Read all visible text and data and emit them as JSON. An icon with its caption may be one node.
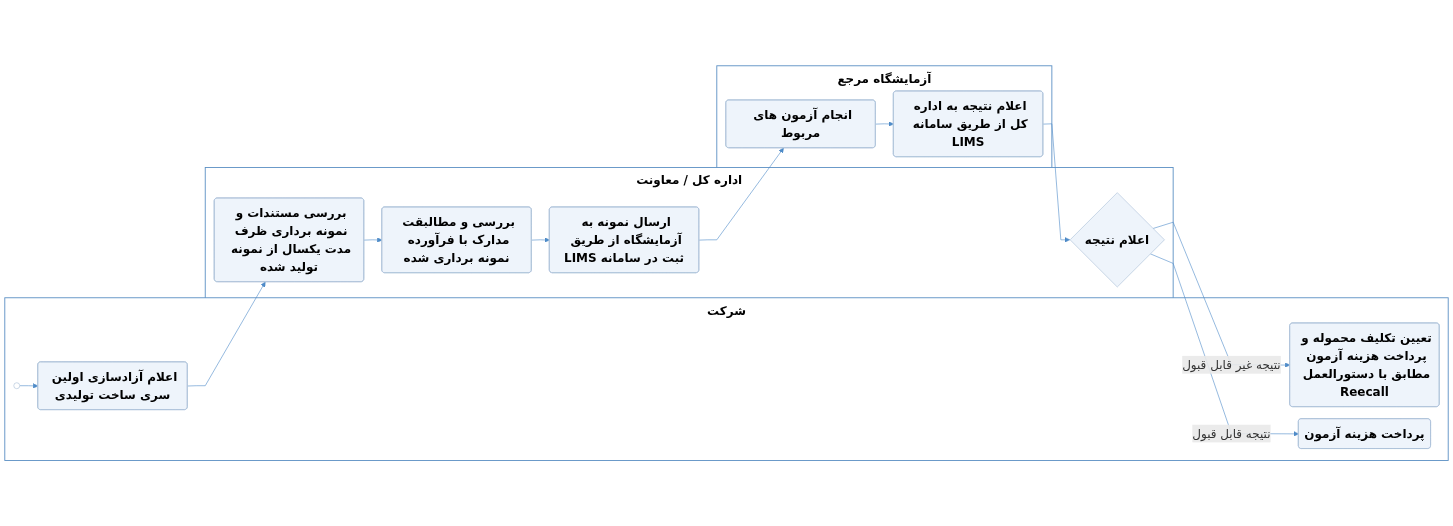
{
  "diagram": {
    "nodes": [
      {
        "text": [
          "شرکت"
        ]
      },
      {
        "text": [],
        "shape": "circle",
        "in": 0
      },
      {
        "text": [
          "اعلام آزادسازی اولین سری ساخت تولیدی"
        ],
        "in": 0
      },
      {
        "text": [
          "تعیین تکلیف محموله و پرداخت هزینه آزمون مطابق با دستورالعمل Reecall"
        ],
        "in": 0
      },
      {
        "text": [
          "پرداخت هزینه آزمون"
        ],
        "in": 0
      },
      {
        "text": [
          "اداره کل / معاونت"
        ]
      },
      {
        "text": [
          "بررسی مستندات و نمونه برداری ظرف مدت یکسال از نمونه تولید شده"
        ],
        "in": 5
      },
      {
        "text": [
          "بررسی و مطالبقت مدارک با فرآورده نمونه برداری شده"
        ],
        "in": 5
      },
      {
        "text": [
          "ارسال نمونه به آزمایشگاه از طریق ثبت در سامانه LIMS"
        ],
        "in": 5
      },
      {
        "text": [
          "اعلام نتیجه"
        ],
        "in": 5
      },
      {
        "text": [
          "آزمایشگاه مرجع"
        ]
      },
      {
        "text": [
          "انجام آزمون های مربوط"
        ],
        "in": 10
      },
      {
        "text": [
          "اعلام نتیجه به اداره کل از طریق سامانه LIMS"
        ],
        "in": 10
      }
    ],
    "edges": [
      {
        "from": 1,
        "to": 2,
        "arrow": "to"
      },
      {
        "from": 2,
        "to": 6,
        "arrow": "to"
      },
      {
        "from": 6,
        "to": 7,
        "arrow": "to"
      },
      {
        "from": 7,
        "to": 8,
        "arrow": "to"
      },
      {
        "from": 8,
        "to": 11,
        "arrow": "to"
      },
      {
        "from": 11,
        "to": 12,
        "arrow": "to"
      },
      {
        "from": 12,
        "to": 9,
        "arrow": "to"
      },
      {
        "from": 9,
        "to": 3,
        "label": "نتیجه غیر قابل قبول",
        "arrow": "to"
      },
      {
        "from": 9,
        "to": 4,
        "label": "نتیجه قابل قبول",
        "arrow": "to"
      }
    ]
  }
}
